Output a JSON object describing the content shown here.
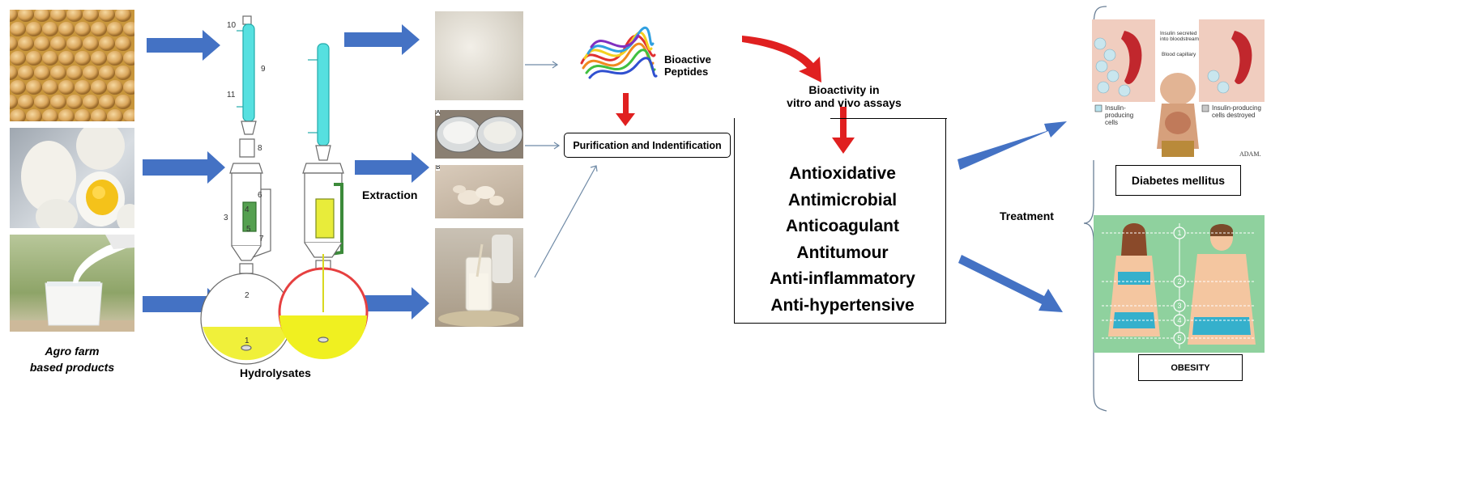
{
  "sources": {
    "caption_line1": "Agro farm",
    "caption_line2": "based products",
    "items": [
      "soybeans-photo",
      "boiled-eggs-photo",
      "milk-glass-photo"
    ]
  },
  "apparatus": {
    "caption": "Hydrolysates",
    "part_labels": [
      "10",
      "9",
      "11",
      "8",
      "3",
      "4",
      "5",
      "6",
      "7",
      "2",
      "1"
    ]
  },
  "extraction": {
    "label": "Extraction",
    "panel_letters": [
      "A",
      "B"
    ]
  },
  "peptides": {
    "line1": "Bioactive",
    "line2": "Peptides"
  },
  "purification": {
    "label": "Purification and Indentification"
  },
  "bioactivity": {
    "line1": "Bioactivity in",
    "line2": "vitro and vivo assays",
    "activities": [
      "Antioxidative",
      "Antimicrobial",
      "Anticoagulant",
      "Antitumour",
      "Anti-inflammatory",
      "Anti-hypertensive"
    ]
  },
  "treatment": {
    "label": "Treatment"
  },
  "diabetes": {
    "title": "Diabetes mellitus",
    "annotation_insulin": "Insulin secreted into bloodstream",
    "annotation_capillary": "Blood capillary",
    "legend_left": "Insulin-producing cells",
    "legend_right": "Insulin-producing cells destroyed",
    "credit": "ADAM."
  },
  "obesity": {
    "title": "OBESITY",
    "markers": [
      "1",
      "2",
      "3",
      "4",
      "5"
    ]
  },
  "colors": {
    "arrow_blue": "#4472c4",
    "arrow_red": "#e02020",
    "condenser_cyan": "#56e0e0",
    "flask_yellow": "#e8e820",
    "obesity_green": "#8fd19e"
  }
}
